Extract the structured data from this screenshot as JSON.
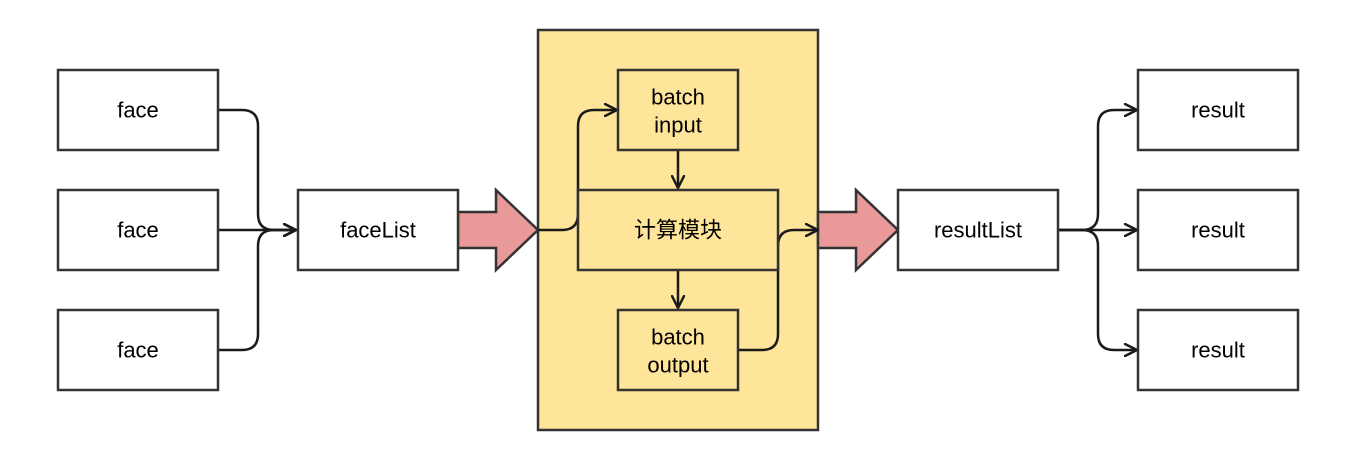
{
  "faces": [
    {
      "label": "face"
    },
    {
      "label": "face"
    },
    {
      "label": "face"
    }
  ],
  "face_list": {
    "label": "faceList"
  },
  "compute_module": {
    "batch_input": [
      "batch",
      "input"
    ],
    "core_label": "计算模块",
    "batch_output": [
      "batch",
      "output"
    ]
  },
  "result_list": {
    "label": "resultList"
  },
  "results": [
    {
      "label": "result"
    },
    {
      "label": "result"
    },
    {
      "label": "result"
    }
  ],
  "colors": {
    "module_fill": "#ffe599",
    "big_arrow_fill": "#ea9999",
    "stroke": "#1a1a1a",
    "box_fill": "#ffffff"
  }
}
